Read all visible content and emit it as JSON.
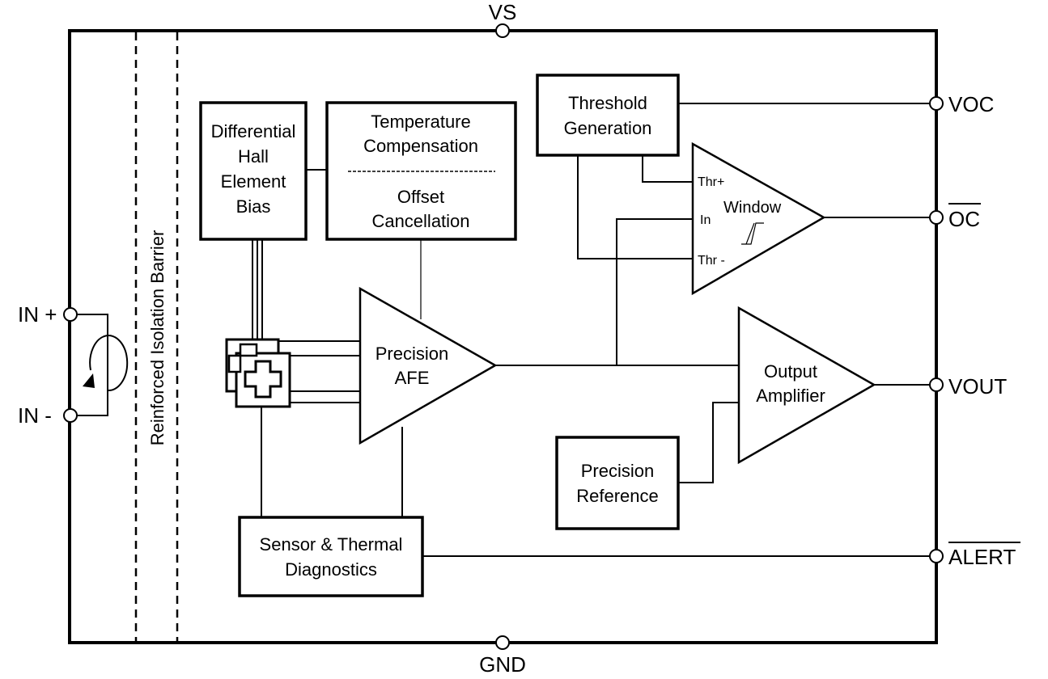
{
  "pins": {
    "vs": "VS",
    "gnd": "GND",
    "in_plus": "IN +",
    "in_minus": "IN -",
    "voc": "VOC",
    "oc": "OC",
    "vout": "VOUT",
    "alert": "ALERT"
  },
  "barrier": {
    "label": "Reinforced Isolation Barrier"
  },
  "blocks": {
    "hall_bias": [
      "Differential",
      "Hall",
      "Element",
      "Bias"
    ],
    "temp_comp": [
      "Temperature",
      "Compensation"
    ],
    "offset_cancel": [
      "Offset",
      "Cancellation"
    ],
    "threshold_gen": [
      "Threshold",
      "Generation"
    ],
    "afe": [
      "Precision",
      "AFE"
    ],
    "output_amp": [
      "Output",
      "Amplifier"
    ],
    "precision_ref": [
      "Precision",
      "Reference"
    ],
    "diagnostics": [
      "Sensor & Thermal",
      "Diagnostics"
    ]
  },
  "comparator": {
    "thr_plus": "Thr+",
    "in": "In",
    "thr_minus": "Thr -",
    "window": "Window"
  }
}
